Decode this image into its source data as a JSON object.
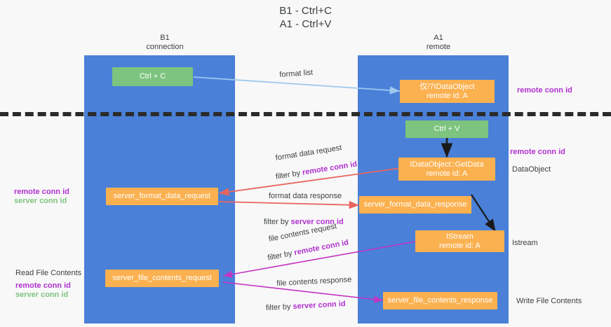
{
  "title": "B1 - Ctrl+C\nA1 - Ctrl+V",
  "lanes": [
    {
      "id": "b1",
      "header": "B1\nconnection"
    },
    {
      "id": "a1",
      "header": "A1\nremote"
    }
  ],
  "nodes": {
    "ctrl_c": "Ctrl + C",
    "idataobject": "仅/7IDataObject\nremote id: A",
    "ctrl_v": "Ctrl + V",
    "getdata": "IDataObject::GetData\nremote id: A",
    "server_format_data_request": "server_format_data_request",
    "server_format_data_response": "server_format_data_response",
    "istream": "IStream\nremote id: A",
    "server_file_contents_request": "server_file_contents_request",
    "server_file_contents_response": "server_file_contents_response"
  },
  "edges": {
    "format_list": "format list",
    "format_data_request": "format data request",
    "format_data_request_filter_prefix": "filter by ",
    "format_data_request_filter_key": "remote conn id",
    "format_data_response": "format data response",
    "format_data_response_filter_prefix": "filter by ",
    "format_data_response_filter_key": "server conn id",
    "file_contents_request": "file contents request",
    "file_contents_request_filter_prefix": "filter by ",
    "file_contents_request_filter_key": "remote conn id",
    "file_contents_response": "file contents response",
    "file_contents_response_filter_prefix": "filter by ",
    "file_contents_response_filter_key": "server conn id"
  },
  "annotations": {
    "right_remote_conn_id_top": "remote conn id",
    "right_remote_conn_id_mid": "remote conn id",
    "right_dataobject": "DataObject",
    "right_istream": "Istream",
    "right_write_file_contents": "Write File Contents",
    "left_remote_conn_id": "remote conn id",
    "left_server_conn_id": "server conn id",
    "left_read_file_contents": "Read File Contents",
    "left_remote_conn_id_2": "remote conn id",
    "left_server_conn_id_2": "server conn id"
  },
  "colors": {
    "lane": "#4a80d8",
    "green_node": "#7dc47f",
    "orange_node": "#fbb150",
    "purple_text": "#b030cf",
    "green_text": "#7dc47f",
    "blue_arrow": "#9ec7ee",
    "red_arrow": "#e8655f",
    "magenta_arrow": "#c334c3",
    "black_arrow": "#1a1a1a",
    "divider": "#2b2b2b",
    "background": "#f8f8f8"
  }
}
